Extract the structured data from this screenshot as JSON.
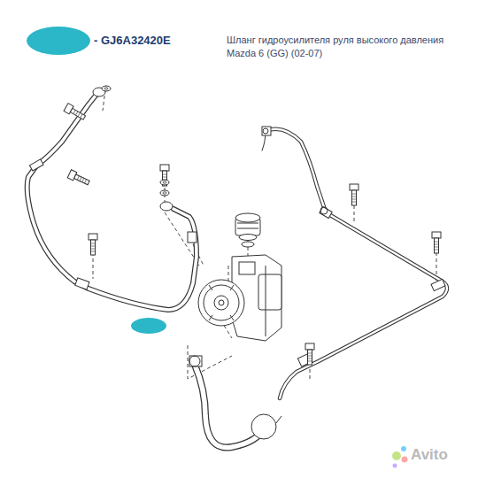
{
  "diagram": {
    "labels": [
      "- GJ6A32420E",
      "Шланг гидроусилителя руля высокого давления Mazda 6 (GG) (02-07)",
      "Avito"
    ]
  }
}
